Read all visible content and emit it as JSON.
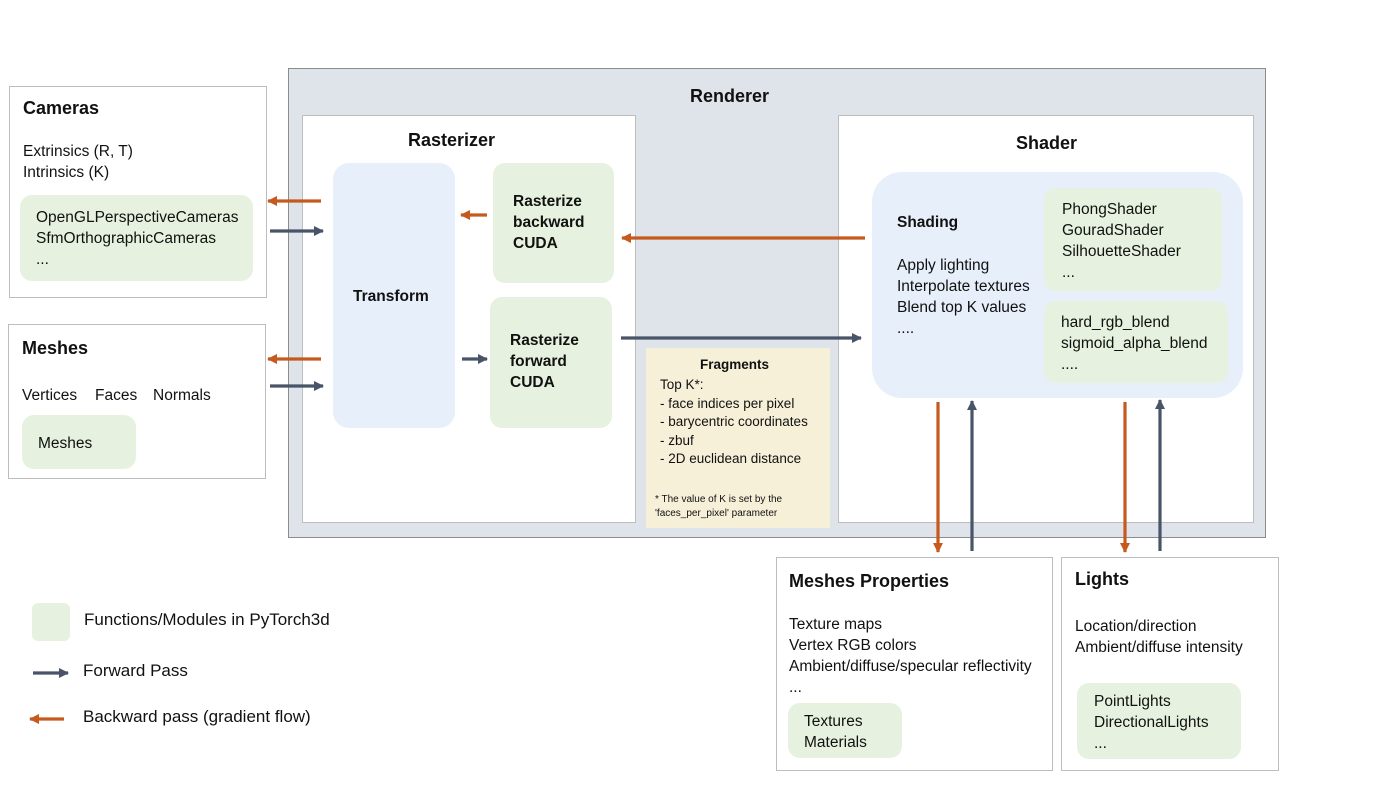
{
  "colors": {
    "forward": "#485568",
    "backward": "#c55a1e",
    "module": "#e6f2df",
    "renderer_bg": "#dfe3ea",
    "shading_bg": "#e7effa",
    "fragments_bg": "#f7f0d9"
  },
  "renderer": {
    "title": "Renderer"
  },
  "cameras": {
    "title": "Cameras",
    "lines": [
      "Extrinsics (R, T)",
      "Intrinsics (K)"
    ],
    "modules": [
      "OpenGLPerspectiveCameras",
      "SfmOrthographicCameras",
      "..."
    ]
  },
  "meshes": {
    "title": "Meshes",
    "attrs": [
      "Vertices",
      "Faces",
      "Normals"
    ],
    "module": "Meshes"
  },
  "rasterizer": {
    "title": "Rasterizer",
    "transform": "Transform",
    "backward": [
      "Rasterize",
      "backward",
      "CUDA"
    ],
    "forward": [
      "Rasterize",
      "forward",
      "CUDA"
    ]
  },
  "fragments": {
    "title": "Fragments",
    "lines": [
      "Top K*:",
      "- face indices per pixel",
      "- barycentric coordinates",
      "- zbuf",
      "- 2D euclidean distance"
    ],
    "note": [
      "* The value of K is set by the",
      "'faces_per_pixel' parameter"
    ]
  },
  "shader": {
    "title": "Shader",
    "shading_title": "Shading",
    "shading_lines": [
      "Apply lighting",
      "Interpolate textures",
      "Blend top K values",
      "...."
    ],
    "shaders": [
      "PhongShader",
      "GouradShader",
      "SilhouetteShader",
      "..."
    ],
    "blends": [
      "hard_rgb_blend",
      "sigmoid_alpha_blend",
      "...."
    ]
  },
  "mesh_properties": {
    "title": "Meshes Properties",
    "lines": [
      "Texture maps",
      "Vertex RGB colors",
      "Ambient/diffuse/specular reflectivity",
      "..."
    ],
    "modules": [
      "Textures",
      "Materials"
    ]
  },
  "lights": {
    "title": "Lights",
    "lines": [
      "Location/direction",
      "Ambient/diffuse intensity"
    ],
    "modules": [
      "PointLights",
      "DirectionalLights",
      "..."
    ]
  },
  "legend": {
    "module": "Functions/Modules in PyTorch3d",
    "forward": "Forward Pass",
    "backward": "Backward pass (gradient flow)"
  }
}
